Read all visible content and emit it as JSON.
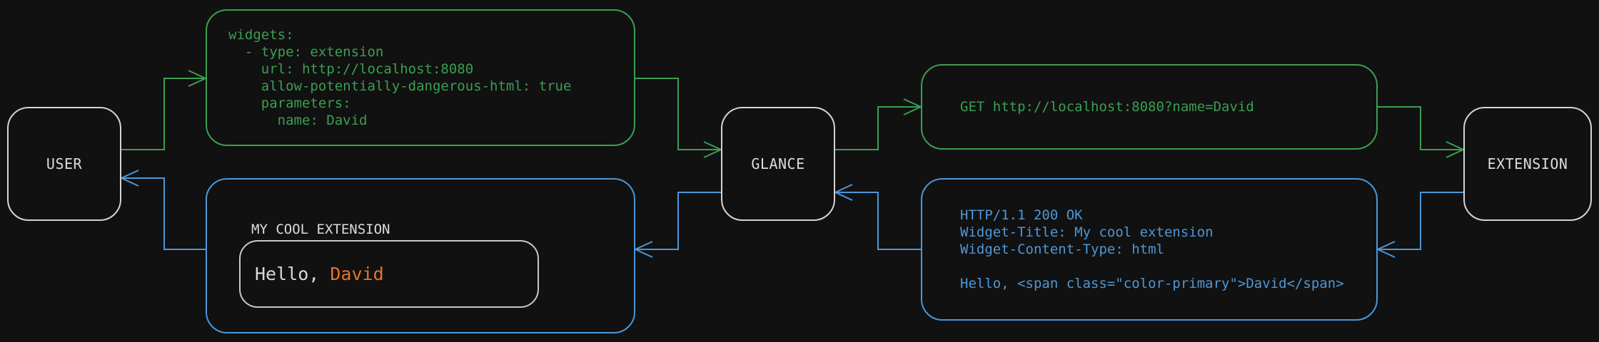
{
  "nodes": {
    "user": {
      "label": "USER"
    },
    "glance": {
      "label": "GLANCE"
    },
    "extension": {
      "label": "EXTENSION"
    }
  },
  "config_box": {
    "code": "widgets:\n  - type: extension\n    url: http://localhost:8080\n    allow-potentially-dangerous-html: true\n    parameters:\n      name: David"
  },
  "request_box": {
    "code": "GET http://localhost:8080?name=David"
  },
  "response_box": {
    "code": "HTTP/1.1 200 OK\nWidget-Title: My cool extension\nWidget-Content-Type: html\n\nHello, <span class=\"color-primary\">David</span>"
  },
  "widget_box": {
    "title": "MY COOL EXTENSION",
    "greeting_prefix": "Hello, ",
    "greeting_name": "David"
  },
  "colors": {
    "green": "#3c9e52",
    "blue": "#4d97d8",
    "orange": "#e67428",
    "stroke_white": "#d4d4d4",
    "background": "#111111"
  }
}
